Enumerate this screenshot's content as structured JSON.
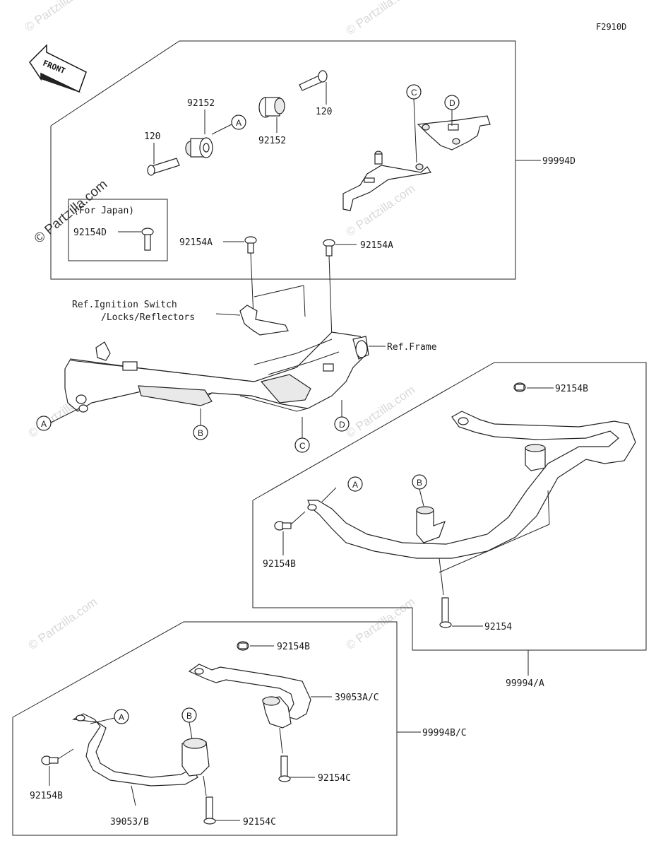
{
  "diagram_code": "F2910D",
  "front_label": "FRONT",
  "watermark_text": "© Partzilla.com",
  "watermark_prominent": "© Partzilla.com",
  "japan_note": "(For Japan)",
  "ref_ignition": [
    "Ref.Ignition Switch",
    "/Locks/Reflectors"
  ],
  "ref_frame": "Ref.Frame",
  "circle_letters": {
    "A": "A",
    "B": "B",
    "C": "C",
    "D": "D"
  },
  "part_numbers": {
    "p120": "120",
    "p92152": "92152",
    "p99994D": "99994D",
    "p92154D": "92154D",
    "p92154A": "92154A",
    "p92154B": "92154B",
    "p92154": "92154",
    "p99994A": "99994/A",
    "p39053AC": "39053A/C",
    "p99994BC": "99994B/C",
    "p92154C": "92154C",
    "p39053B": "39053/B"
  }
}
